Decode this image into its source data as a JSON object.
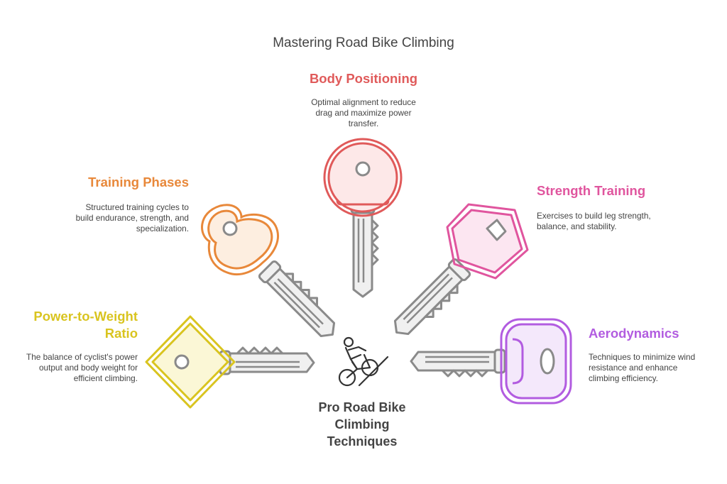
{
  "title": "Mastering Road Bike Climbing",
  "center_label": {
    "line1": "Pro Road Bike",
    "line2": "Climbing",
    "line3": "Techniques"
  },
  "items": {
    "body_positioning": {
      "heading": "Body Positioning",
      "line1": "Optimal alignment to reduce",
      "line2": "drag and maximize power",
      "line3": "transfer.",
      "color": "#e05a5a",
      "fill": "#fde8e8"
    },
    "training_phases": {
      "heading": "Training Phases",
      "line1": "Structured training cycles to",
      "line2": "build endurance, strength, and",
      "line3": "specialization.",
      "color": "#e8883a",
      "fill": "#fdeee0"
    },
    "strength_training": {
      "heading": "Strength Training",
      "line1": "Exercises to build leg strength,",
      "line2": "balance, and stability.",
      "color": "#e0559e",
      "fill": "#fce6f1"
    },
    "power_to_weight": {
      "heading1": "Power-to-Weight",
      "heading2": "Ratio",
      "line1": "The balance of cyclist's power",
      "line2": "output and body weight for",
      "line3": "efficient climbing.",
      "color": "#d9c41f",
      "fill": "#fbf7d6"
    },
    "aerodynamics": {
      "heading": "Aerodynamics",
      "line1": "Techniques to minimize wind",
      "line2": "resistance and enhance",
      "line3": "climbing efficiency.",
      "color": "#b25ce0",
      "fill": "#f4e8fb"
    }
  },
  "icons": {
    "center": "cyclist-climbing-icon",
    "keys": [
      "key-icon"
    ]
  },
  "colors": {
    "text": "#444444",
    "key_outline": "#8a8a8a",
    "key_fill": "#f0f0f0"
  }
}
